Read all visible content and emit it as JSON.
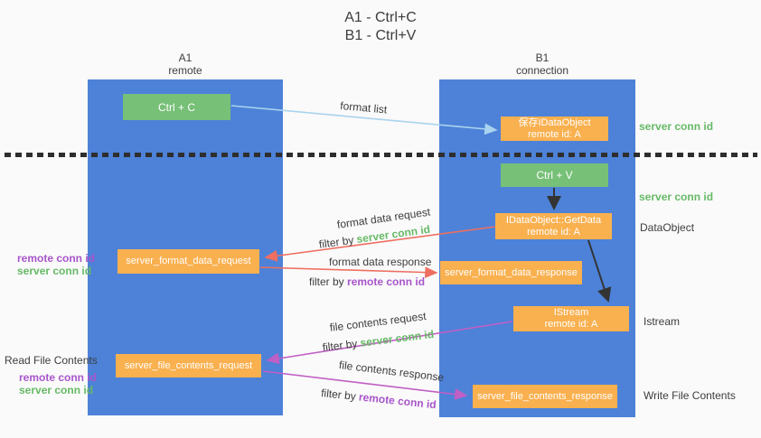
{
  "title": {
    "line1": "A1 - Ctrl+C",
    "line2": "B1 - Ctrl+V"
  },
  "lanes": {
    "left": {
      "header_line1": "A1",
      "header_line2": "remote"
    },
    "right": {
      "header_line1": "B1",
      "header_line2": "connection"
    }
  },
  "nodes": {
    "ctrl_c": "Ctrl + C",
    "ctrl_v": "Ctrl + V",
    "save_idataobject_line1": "保存IDataObject",
    "save_idataobject_line2": "remote id: A",
    "getdata_line1": "IDataObject::GetData",
    "getdata_line2": "remote id: A",
    "istream_line1": "IStream",
    "istream_line2": "remote id: A",
    "server_format_data_request": "server_format_data_request",
    "server_format_data_response": "server_format_data_response",
    "server_file_contents_request": "server_file_contents_request",
    "server_file_contents_response": "server_file_contents_response"
  },
  "labels": {
    "format_list": "format list",
    "format_data_request": "format data request",
    "format_data_response": "format data response",
    "file_contents_request": "file contents request",
    "file_contents_response": "file contents response",
    "filter_by": "filter by",
    "server_conn_id": "server conn id",
    "remote_conn_id": "remote conn id",
    "dataobject": "DataObject",
    "istream": "Istream",
    "read_file_contents": "Read File Contents",
    "write_file_contents": "Write File Contents"
  },
  "colors": {
    "lane_blue": "#4d82d8",
    "node_green": "#77c077",
    "node_orange": "#f9b04f",
    "arrow_light_blue": "#a9d3ee",
    "arrow_salmon": "#ee6f60",
    "arrow_magenta": "#c05fc5",
    "arrow_black": "#333333",
    "text_green": "#67b967",
    "text_purple": "#a855cb",
    "text_dark": "#3d3d3d",
    "background": "#fafafa"
  }
}
